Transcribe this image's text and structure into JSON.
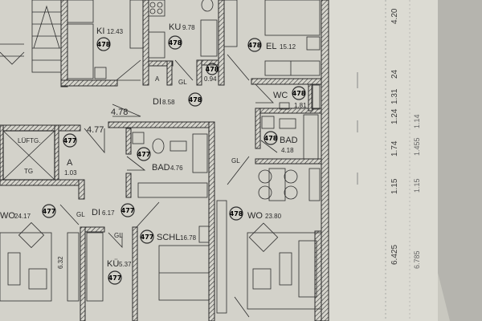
{
  "plan": {
    "rooms": {
      "ki": {
        "name": "KI",
        "area": "12.43",
        "unit": "478"
      },
      "ku": {
        "name": "KU",
        "area": "9.78",
        "unit": "478"
      },
      "el": {
        "name": "EL",
        "area": "15.12",
        "unit": "478"
      },
      "abstell_top": {
        "name": "A",
        "area": "0.94",
        "unit": "478"
      },
      "di_top": {
        "name": "DI",
        "area": "8.58",
        "unit": "478"
      },
      "wc": {
        "name": "WC",
        "area": "1.81",
        "unit": "478"
      },
      "bad_right": {
        "name": "BAD",
        "area": "4.18",
        "unit": "478"
      },
      "luftg": {
        "name": "LÜFTG.",
        "sub": "TG"
      },
      "abstell_left": {
        "name": "A",
        "area": "1.03",
        "unit": "477"
      },
      "bad_mid": {
        "name": "BAD",
        "area": "4.76",
        "unit": "477"
      },
      "wo_left": {
        "name": "WO",
        "area": "24.17",
        "unit": "477"
      },
      "di_left": {
        "name": "DI",
        "area": "6.17",
        "unit": "477"
      },
      "schl": {
        "name": "SCHL",
        "area": "16.78",
        "unit": "477"
      },
      "ku_left": {
        "name": "KÜ",
        "area": "5.37",
        "unit": "477"
      },
      "wo_right": {
        "name": "WO",
        "area": "23.80",
        "unit": "478"
      }
    },
    "door_labels": {
      "gl1": "GL",
      "gl2": "GL",
      "gl3": "GL",
      "gl4": "GL"
    },
    "unit_labels": {
      "u478": "4.78",
      "u477": "4.77"
    },
    "dimension_inner": "6.32",
    "dimensions_col1": [
      "4.20",
      "24",
      "1.31",
      "1.24",
      "1.74",
      "1.15",
      "6.425"
    ],
    "dimensions_col2": [
      "1.14",
      "1.455",
      "1.15",
      "6.785"
    ]
  },
  "colors": {
    "paper": "#d3d2ca",
    "line": "#2c2c2c",
    "shadow": "#b5b4ae"
  }
}
